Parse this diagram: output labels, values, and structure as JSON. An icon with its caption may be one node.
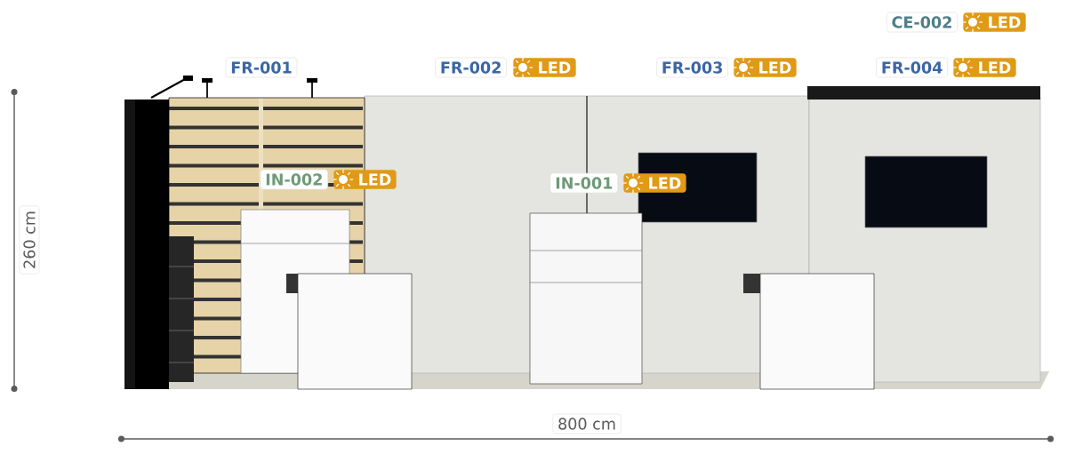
{
  "diagram": {
    "labels": [
      "CE-002",
      "LED",
      "FR-001",
      "FR-002",
      "LED",
      "FR-003",
      "LED",
      "FR-004",
      "LED",
      "IN-002",
      "LED",
      "IN-001",
      "LED",
      "260 cm",
      "800 cm"
    ]
  }
}
